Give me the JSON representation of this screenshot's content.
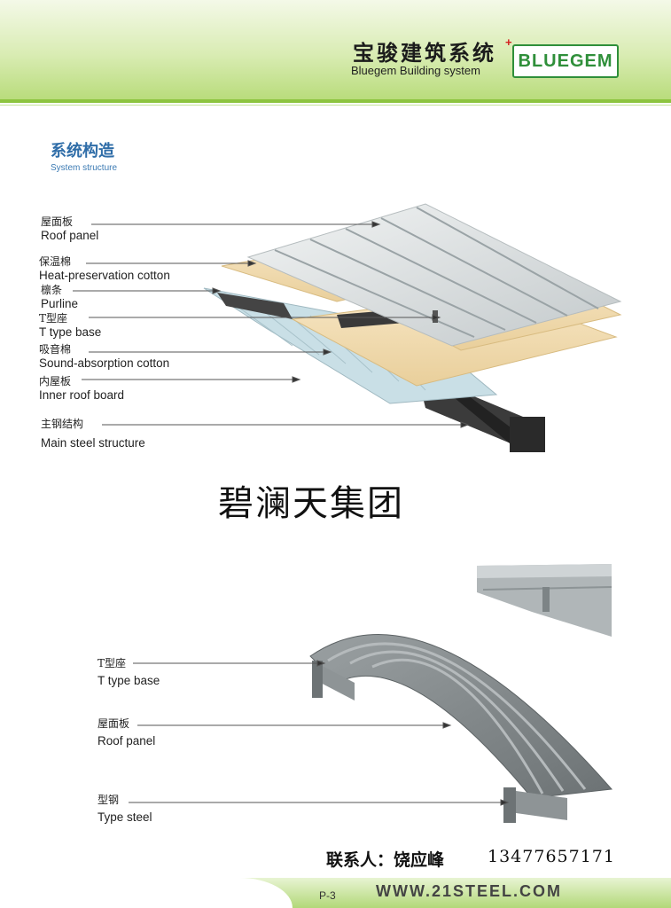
{
  "header": {
    "brand_cn": "宝骏建筑系统",
    "brand_en": "Bluegem Building system",
    "logo": "BLUEGEM",
    "logo_mark": "+"
  },
  "section": {
    "title_cn": "系统构造",
    "title_en": "System structure"
  },
  "top_labels": [
    {
      "cn": "屋面板",
      "en": "Roof panel"
    },
    {
      "cn": "保温棉",
      "en": "Heat-preservation cotton"
    },
    {
      "cn": "檩条",
      "en": "Purline"
    },
    {
      "cn": "T型座",
      "en": "T type base"
    },
    {
      "cn": "吸音棉",
      "en": "Sound-absorption cotton"
    },
    {
      "cn": "内屋板",
      "en": "Inner roof board"
    },
    {
      "cn": "主钢结构",
      "en": "Main steel structure"
    }
  ],
  "watermark": "碧澜天集团",
  "bottom_labels": [
    {
      "cn": "T型座",
      "en": "T type base"
    },
    {
      "cn": "屋面板",
      "en": "Roof panel"
    },
    {
      "cn": "型钢",
      "en": "Type steel"
    }
  ],
  "contact": {
    "label": "联系人：饶应峰",
    "phone": "13477657171"
  },
  "footer": {
    "page": "P-3",
    "url": "WWW.21STEEL.COM"
  },
  "colors": {
    "green": "#8cc43f",
    "logo_green": "#2f8f3a",
    "section_blue": "#2f6da8"
  }
}
